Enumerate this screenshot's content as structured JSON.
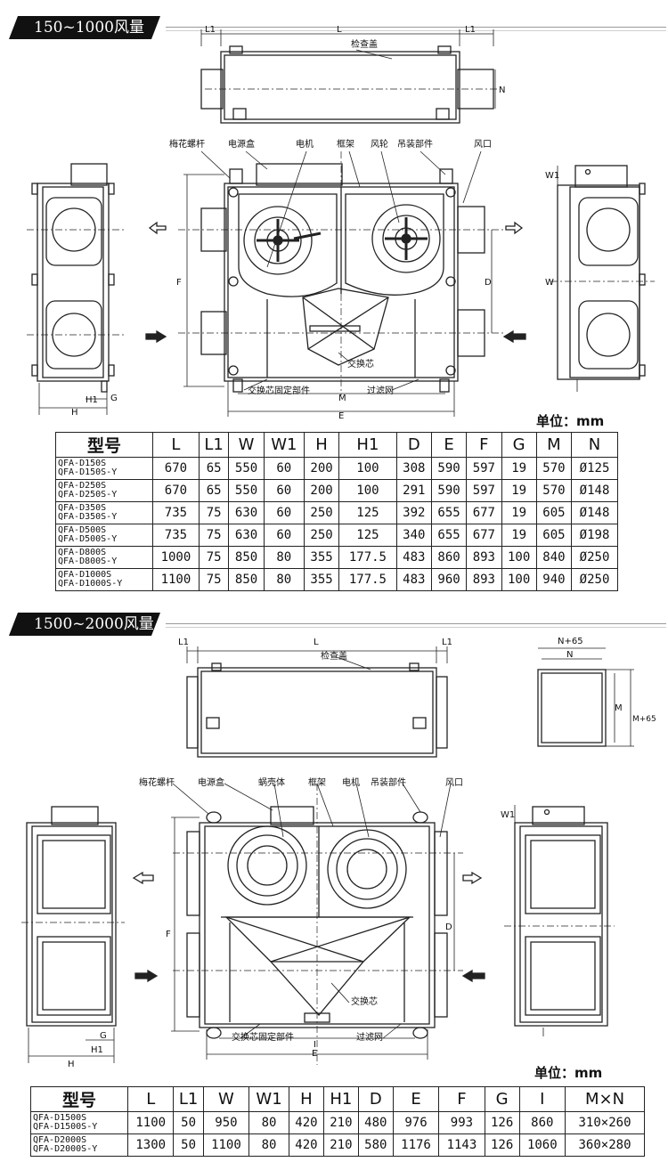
{
  "section1": {
    "banner": "150~1000风量",
    "labels": {
      "L1a": "L1",
      "L": "L",
      "L1b": "L1",
      "inspect": "检查盖",
      "N": "N",
      "knob": "梅花螺杆",
      "power": "电源盒",
      "motor": "电机",
      "frame": "框架",
      "wheel": "风轮",
      "hanger": "吊装部件",
      "port": "风口",
      "W1": "W1",
      "F": "F",
      "D": "D",
      "W": "W",
      "core": "交换芯",
      "core_fix": "交换芯固定部件",
      "filter": "过滤网",
      "M": "M",
      "E": "E",
      "H1": "H1",
      "G": "G",
      "H": "H"
    },
    "unit": "单位：mm",
    "table": {
      "headers": [
        "型号",
        "L",
        "L1",
        "W",
        "W1",
        "H",
        "H1",
        "D",
        "E",
        "F",
        "G",
        "M",
        "N"
      ],
      "rows": [
        {
          "model": [
            "QFA-D150S",
            "QFA-D150S-Y"
          ],
          "values": [
            "670",
            "65",
            "550",
            "60",
            "200",
            "100",
            "308",
            "590",
            "597",
            "19",
            "570",
            "Ø125"
          ]
        },
        {
          "model": [
            "QFA-D250S",
            "QFA-D250S-Y"
          ],
          "values": [
            "670",
            "65",
            "550",
            "60",
            "200",
            "100",
            "291",
            "590",
            "597",
            "19",
            "570",
            "Ø148"
          ]
        },
        {
          "model": [
            "QFA-D350S",
            "QFA-D350S-Y"
          ],
          "values": [
            "735",
            "75",
            "630",
            "60",
            "250",
            "125",
            "392",
            "655",
            "677",
            "19",
            "605",
            "Ø148"
          ]
        },
        {
          "model": [
            "QFA-D500S",
            "QFA-D500S-Y"
          ],
          "values": [
            "735",
            "75",
            "630",
            "60",
            "250",
            "125",
            "340",
            "655",
            "677",
            "19",
            "605",
            "Ø198"
          ]
        },
        {
          "model": [
            "QFA-D800S",
            "QFA-D800S-Y"
          ],
          "values": [
            "1000",
            "75",
            "850",
            "80",
            "355",
            "177.5",
            "483",
            "860",
            "893",
            "100",
            "840",
            "Ø250"
          ]
        },
        {
          "model": [
            "QFA-D1000S",
            "QFA-D1000S-Y"
          ],
          "values": [
            "1100",
            "75",
            "850",
            "80",
            "355",
            "177.5",
            "483",
            "960",
            "893",
            "100",
            "940",
            "Ø250"
          ]
        }
      ]
    }
  },
  "section2": {
    "banner": "1500~2000风量",
    "labels": {
      "L1a": "L1",
      "L": "L",
      "L1b": "L1",
      "inspect": "检查盖",
      "Nplus": "N+65",
      "N": "N",
      "M": "M",
      "Mplus": "M+65",
      "knob": "梅花螺杆",
      "power": "电源盒",
      "volute": "蜗壳体",
      "frame": "框架",
      "motor": "电机",
      "hanger": "吊装部件",
      "port": "风口",
      "W1": "W1",
      "F": "F",
      "D": "D",
      "core": "交换芯",
      "core_fix": "交换芯固定部件",
      "filter": "过滤网",
      "I": "I",
      "E": "E",
      "G": "G",
      "H1": "H1",
      "H": "H"
    },
    "unit": "单位：mm",
    "table": {
      "headers": [
        "型号",
        "L",
        "L1",
        "W",
        "W1",
        "H",
        "H1",
        "D",
        "E",
        "F",
        "G",
        "I",
        "M×N"
      ],
      "rows": [
        {
          "model": [
            "QFA-D1500S",
            "QFA-D1500S-Y"
          ],
          "values": [
            "1100",
            "50",
            "950",
            "80",
            "420",
            "210",
            "480",
            "976",
            "993",
            "126",
            "860",
            "310×260"
          ]
        },
        {
          "model": [
            "QFA-D2000S",
            "QFA-D2000S-Y"
          ],
          "values": [
            "1300",
            "50",
            "1100",
            "80",
            "420",
            "210",
            "580",
            "1176",
            "1143",
            "126",
            "1060",
            "360×280"
          ]
        }
      ]
    }
  }
}
